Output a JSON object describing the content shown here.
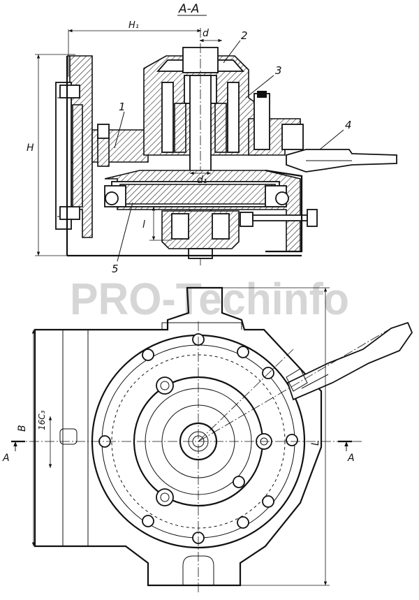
{
  "section_title": "A-A",
  "watermark": "PRO-Techinfo",
  "dimensions": {
    "h1": "H₁",
    "h": "H",
    "d": "d",
    "d1": "d₁",
    "l": "l",
    "b": "B",
    "c3": "16C₃",
    "L": "L"
  },
  "section_marks": {
    "left": "A",
    "right": "A"
  },
  "callouts": [
    "1",
    "2",
    "3",
    "4",
    "5"
  ]
}
